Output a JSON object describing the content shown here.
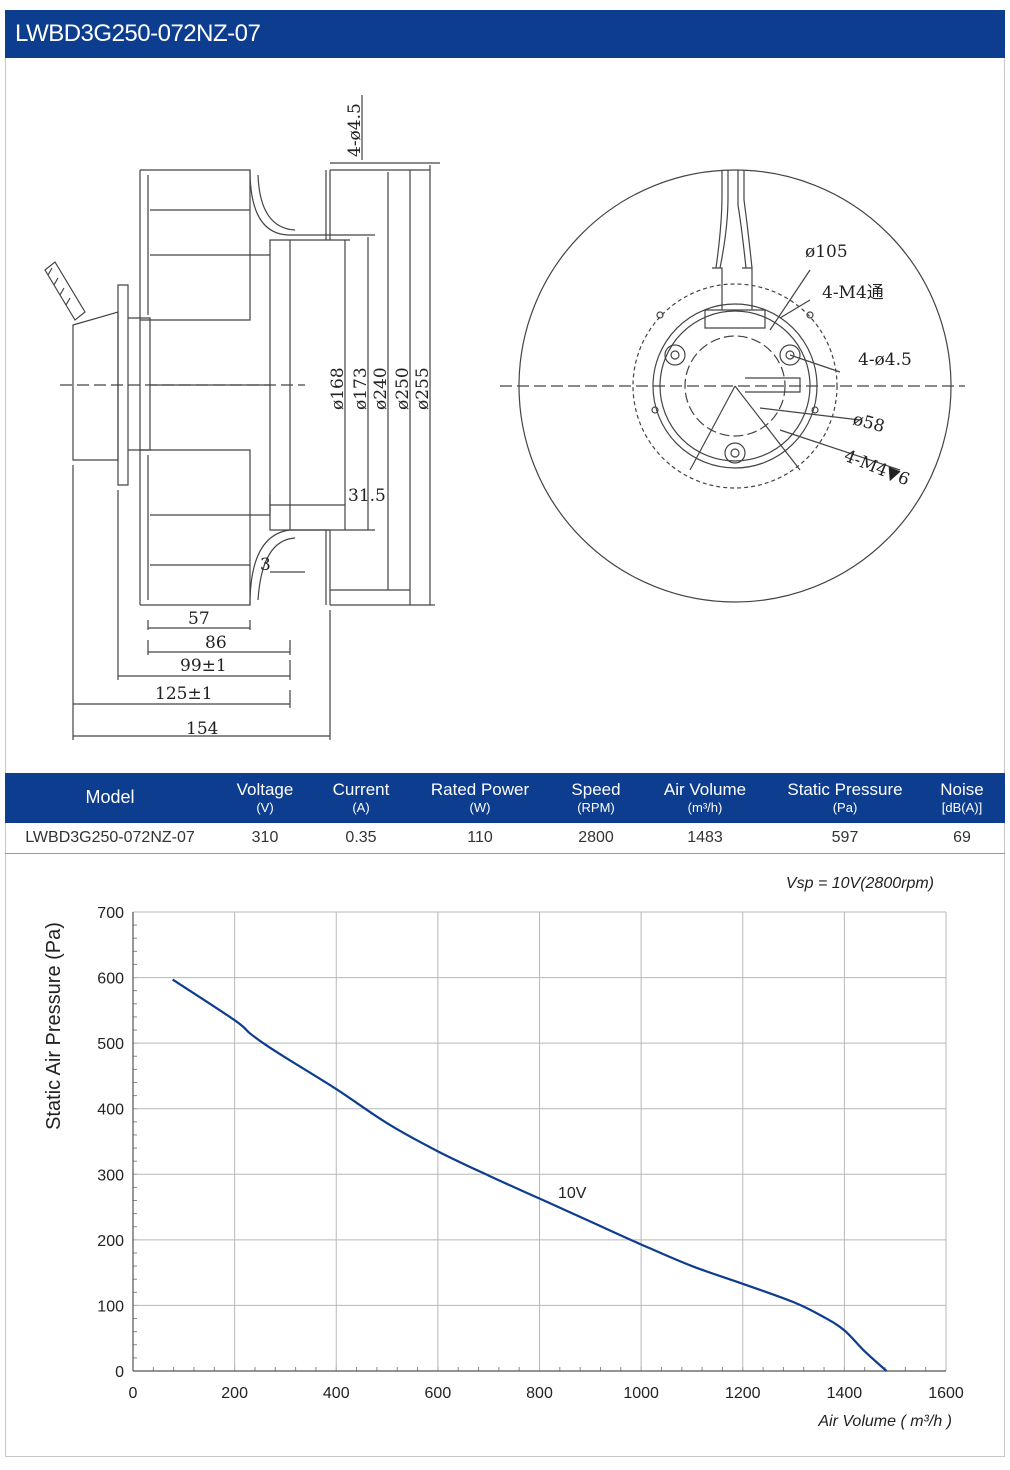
{
  "header": {
    "title": "LWBD3G250-072NZ-07"
  },
  "drawing": {
    "side_view": {
      "dims_horizontal": [
        "57",
        "86",
        "99±1",
        "125±1",
        "154",
        "31.5",
        "3"
      ],
      "dims_vertical": [
        "ø168",
        "ø173",
        "ø240",
        "ø250",
        "ø255"
      ],
      "hole_label": "4-ø4.5"
    },
    "front_view": {
      "labels": [
        "ø105",
        "4-M4通",
        "4-ø4.5",
        "ø58",
        "4-M4▼6"
      ]
    }
  },
  "spec_table": {
    "columns": [
      {
        "name": "Model",
        "unit": ""
      },
      {
        "name": "Voltage",
        "unit": "(V)"
      },
      {
        "name": "Current",
        "unit": "(A)"
      },
      {
        "name": "Rated Power",
        "unit": "(W)"
      },
      {
        "name": "Speed",
        "unit": "(RPM)"
      },
      {
        "name": "Air Volume",
        "unit": "(m³/h)"
      },
      {
        "name": "Static Pressure",
        "unit": "(Pa)"
      },
      {
        "name": "Noise",
        "unit": "[dB(A)]"
      }
    ],
    "rows": [
      [
        "LWBD3G250-072NZ-07",
        "310",
        "0.35",
        "110",
        "2800",
        "1483",
        "597",
        "69"
      ]
    ]
  },
  "chart_data": {
    "type": "line",
    "title": "Vsp = 10V(2800rpm)",
    "xlabel": "Air Volume ( m³/h )",
    "ylabel": "Static Air Pressure  (Pa)",
    "xlim": [
      0,
      1600
    ],
    "ylim": [
      0,
      700
    ],
    "x_ticks": [
      0,
      200,
      400,
      600,
      800,
      1000,
      1200,
      1400,
      1600
    ],
    "y_ticks": [
      0,
      100,
      200,
      300,
      400,
      500,
      600,
      700
    ],
    "grid": true,
    "line_color": "#0d3d8f",
    "series": [
      {
        "name": "10V",
        "x": [
          78,
          200,
          230,
          260,
          300,
          400,
          500,
          600,
          700,
          800,
          900,
          1000,
          1100,
          1200,
          1300,
          1360,
          1400,
          1440,
          1483
        ],
        "y": [
          597,
          535,
          515,
          498,
          478,
          430,
          378,
          335,
          298,
          263,
          228,
          193,
          160,
          133,
          105,
          82,
          62,
          30,
          0
        ]
      }
    ]
  }
}
